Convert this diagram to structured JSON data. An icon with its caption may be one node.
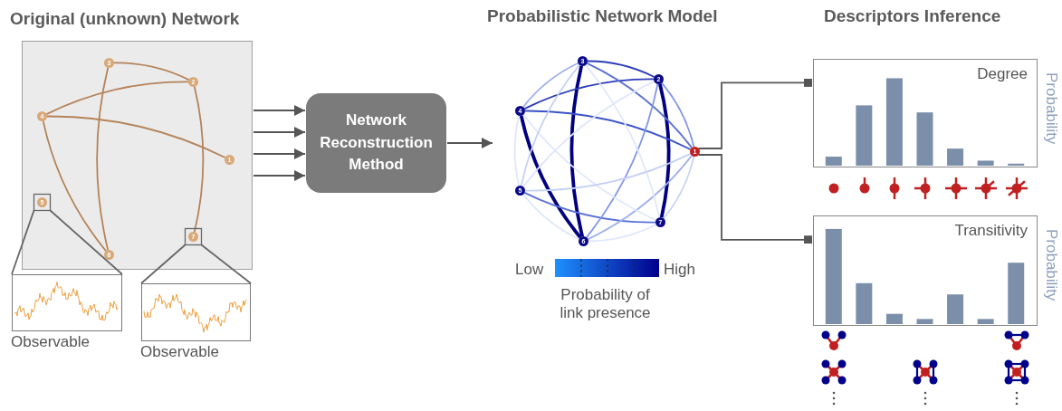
{
  "diagram": {
    "nodes": [
      {
        "text": [
          "Original (unknown) Network"
        ]
      },
      {
        "text": [
          "1"
        ],
        "in": 0
      },
      {
        "text": [
          "2"
        ],
        "in": 0
      },
      {
        "text": [
          "3"
        ],
        "in": 0
      },
      {
        "text": [
          "4"
        ],
        "in": 0
      },
      {
        "text": [
          "5"
        ],
        "in": 0
      },
      {
        "text": [
          "6"
        ],
        "in": 0
      },
      {
        "text": [
          "7"
        ],
        "in": 0
      },
      {
        "text": [
          "Observable"
        ]
      },
      {
        "text": [
          "Observable"
        ]
      },
      {
        "text": [
          "Network Reconstruction Method"
        ]
      },
      {
        "text": [
          "Probabilistic Network Model"
        ]
      },
      {
        "text": [
          "1"
        ],
        "in": 11
      },
      {
        "text": [
          "2"
        ],
        "in": 11
      },
      {
        "text": [
          "3"
        ],
        "in": 11
      },
      {
        "text": [
          "4"
        ],
        "in": 11
      },
      {
        "text": [
          "5"
        ],
        "in": 11
      },
      {
        "text": [
          "6"
        ],
        "in": 11
      },
      {
        "text": [
          "7"
        ],
        "in": 11
      },
      {
        "text": [
          "Descriptors Inference"
        ]
      },
      {
        "text": [
          "Degree"
        ],
        "beside": [
          "Probability"
        ],
        "in": 19
      },
      {
        "text": [
          "Transitivity"
        ],
        "beside": [
          "Probability"
        ],
        "in": 19
      }
    ],
    "edges": [
      {
        "from": 3,
        "to": 2,
        "arrow": "none",
        "color": "#b5835a"
      },
      {
        "from": 2,
        "to": 4,
        "arrow": "none",
        "color": "#b5835a"
      },
      {
        "from": 4,
        "to": 1,
        "arrow": "none",
        "color": "#b5835a"
      },
      {
        "from": 4,
        "to": 6,
        "arrow": "none",
        "color": "#b5835a"
      },
      {
        "from": 3,
        "to": 6,
        "arrow": "none",
        "color": "#b5835a"
      },
      {
        "from": 2,
        "to": 7,
        "arrow": "none",
        "color": "#b5835a"
      },
      {
        "from": 5,
        "to": 8,
        "arrow": "none",
        "color": "#666666"
      },
      {
        "from": 7,
        "to": 9,
        "arrow": "none",
        "color": "#666666"
      },
      {
        "from": 0,
        "to": 10,
        "arrow": "to"
      },
      {
        "from": 0,
        "to": 10,
        "arrow": "to"
      },
      {
        "from": 0,
        "to": 10,
        "arrow": "to"
      },
      {
        "from": 0,
        "to": 10,
        "arrow": "to"
      },
      {
        "from": 10,
        "to": 11,
        "arrow": "to"
      },
      {
        "from": 14,
        "to": 13,
        "arrow": "none",
        "color": "#2b3cb8"
      },
      {
        "from": 14,
        "to": 17,
        "arrow": "none",
        "style": "thick",
        "color": "#000080"
      },
      {
        "from": 13,
        "to": 18,
        "arrow": "none",
        "style": "thick",
        "color": "#000080"
      },
      {
        "from": 15,
        "to": 17,
        "arrow": "none",
        "style": "thick",
        "color": "#000080"
      },
      {
        "from": 13,
        "to": 15,
        "arrow": "none",
        "color": "#2b3cb8"
      },
      {
        "from": 15,
        "to": 12,
        "arrow": "none",
        "color": "#3a52c8"
      },
      {
        "from": 14,
        "to": 12,
        "arrow": "none",
        "color": "#5a70d6"
      },
      {
        "from": 13,
        "to": 12,
        "arrow": "none",
        "color": "#7f95e6"
      },
      {
        "from": 16,
        "to": 18,
        "arrow": "none",
        "color": "#5a70d6"
      },
      {
        "from": 17,
        "to": 13,
        "arrow": "none",
        "color": "#7f95e6"
      },
      {
        "from": 14,
        "to": 15,
        "arrow": "none",
        "color": "#9db0ee"
      },
      {
        "from": 12,
        "to": 18,
        "arrow": "none",
        "color": "#c4d1f6"
      },
      {
        "from": 12,
        "to": 17,
        "arrow": "none",
        "color": "#9db0ee"
      },
      {
        "from": 14,
        "to": 18,
        "arrow": "none",
        "color": "#dfe7fb"
      },
      {
        "from": 15,
        "to": 18,
        "arrow": "none",
        "color": "#dfe7fb"
      },
      {
        "from": 16,
        "to": 17,
        "arrow": "none",
        "color": "#dfe7fb"
      },
      {
        "from": 15,
        "to": 16,
        "arrow": "none",
        "color": "#dfe7fb"
      },
      {
        "from": 17,
        "to": 18,
        "arrow": "none",
        "color": "#dfe7fb"
      },
      {
        "from": 16,
        "to": 14,
        "arrow": "none",
        "color": "#c4d1f6"
      },
      {
        "from": 16,
        "to": 13,
        "arrow": "none",
        "color": "#dfe7fb"
      },
      {
        "from": 16,
        "to": 12,
        "arrow": "none",
        "color": "#c4d1f6"
      },
      {
        "from": 12,
        "to": 20,
        "arrow": "other"
      },
      {
        "from": 12,
        "to": 21,
        "arrow": "other"
      }
    ],
    "labels": [
      "Low",
      "High",
      "Probability of link presence"
    ]
  }
}
